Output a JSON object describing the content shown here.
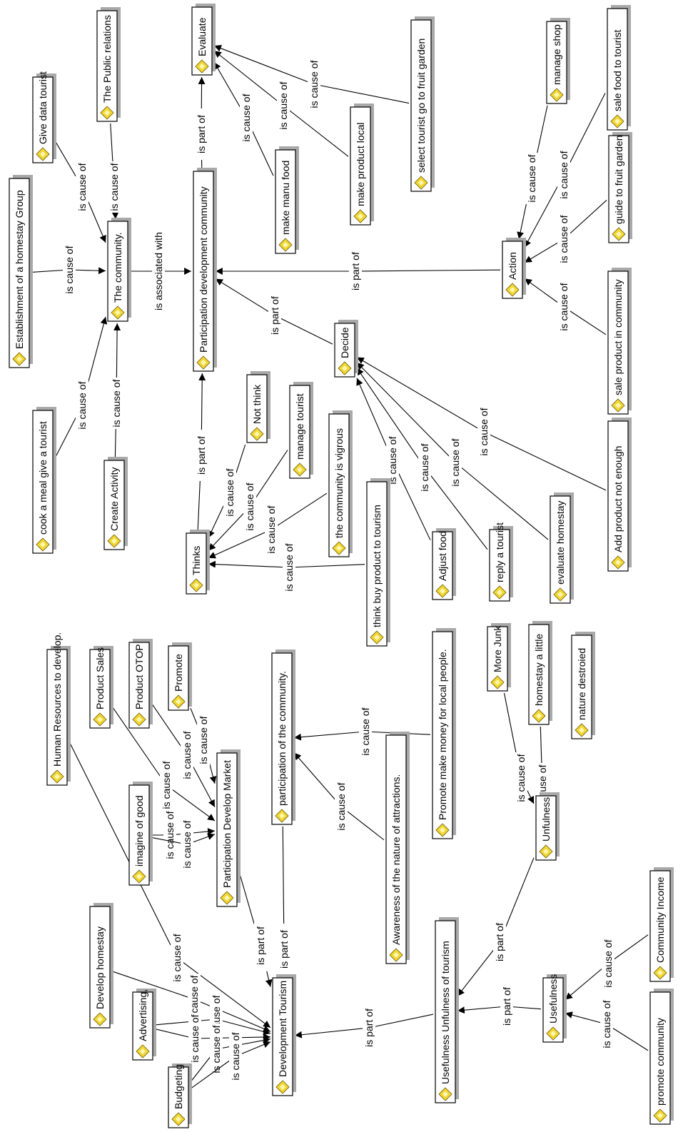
{
  "diagram": {
    "nodes": [
      {
        "id": "establishment",
        "label": "Establishment of a homestay Group"
      },
      {
        "id": "give_data",
        "label": "Give data tourist"
      },
      {
        "id": "public_rel",
        "label": "The Public relations"
      },
      {
        "id": "community",
        "label": "The community."
      },
      {
        "id": "cook_meal",
        "label": "cook a meal give a tourist"
      },
      {
        "id": "create_activity",
        "label": "Create Activity"
      },
      {
        "id": "evaluate",
        "label": "Evaluate"
      },
      {
        "id": "pdc",
        "label": "Participation development community"
      },
      {
        "id": "make_menu",
        "label": "make manu food"
      },
      {
        "id": "make_product",
        "label": "make product local"
      },
      {
        "id": "select_tourist",
        "label": "select tourist go to fruit garden"
      },
      {
        "id": "manage_shop",
        "label": "manage shop"
      },
      {
        "id": "sale_food",
        "label": "sale food to tourist"
      },
      {
        "id": "guide_fruit",
        "label": "guide to fruit garden"
      },
      {
        "id": "action",
        "label": "Action"
      },
      {
        "id": "sale_product",
        "label": "sale product in community"
      },
      {
        "id": "decide",
        "label": "Decide"
      },
      {
        "id": "not_think",
        "label": "Not think"
      },
      {
        "id": "manage_tourist",
        "label": "manage tourist"
      },
      {
        "id": "vigrous",
        "label": "the community is vigrous"
      },
      {
        "id": "thinks",
        "label": "Thinks"
      },
      {
        "id": "think_buy",
        "label": "think buy product to tourism"
      },
      {
        "id": "adjust_food",
        "label": "Adjust food"
      },
      {
        "id": "reply_tourist",
        "label": "reply a tourist"
      },
      {
        "id": "evaluate_homestay",
        "label": "evaluate homestay"
      },
      {
        "id": "add_product",
        "label": "Add product not enough"
      },
      {
        "id": "human_res",
        "label": "Human Resources to develop."
      },
      {
        "id": "product_sales",
        "label": "Product Sales"
      },
      {
        "id": "product_otop",
        "label": "Product OTOP"
      },
      {
        "id": "promote",
        "label": "Promote"
      },
      {
        "id": "imagine",
        "label": "imagine of good"
      },
      {
        "id": "pdm",
        "label": "Participation Develop Market"
      },
      {
        "id": "participation_comm",
        "label": "participation of the community."
      },
      {
        "id": "promote_money",
        "label": "Promote make money for local people."
      },
      {
        "id": "awareness",
        "label": "Awareness of the nature of attractions."
      },
      {
        "id": "develop_homestay",
        "label": "Develop homestay"
      },
      {
        "id": "advertising",
        "label": "Advertising,"
      },
      {
        "id": "budgeting",
        "label": "Budgeting"
      },
      {
        "id": "dev_tourism",
        "label": "Development Tourism"
      },
      {
        "id": "more_junk",
        "label": "More Junk"
      },
      {
        "id": "homestay_little",
        "label": "homestay a little"
      },
      {
        "id": "nature_destroyed",
        "label": "nature destroied"
      },
      {
        "id": "unfulness",
        "label": "Unfulness"
      },
      {
        "id": "use_unf",
        "label": "Usefulness Unfulness of tourism"
      },
      {
        "id": "usefulness",
        "label": "Usefulness"
      },
      {
        "id": "community_income",
        "label": "Community Income"
      },
      {
        "id": "promote_community",
        "label": "promote community"
      }
    ],
    "edges": [
      {
        "id": "e1",
        "label": "is cause of"
      },
      {
        "id": "e2",
        "label": "is cause of"
      },
      {
        "id": "e3",
        "label": "is cause of"
      },
      {
        "id": "e4",
        "label": "is cause of"
      },
      {
        "id": "e5",
        "label": "is cause of"
      },
      {
        "id": "e6",
        "label": "is associated with"
      },
      {
        "id": "e7",
        "label": "is part of"
      },
      {
        "id": "e8",
        "label": "is cause of"
      },
      {
        "id": "e9",
        "label": "is cause of"
      },
      {
        "id": "e10",
        "label": "is cause of"
      },
      {
        "id": "e11",
        "label": "is part of"
      },
      {
        "id": "e12",
        "label": "is cause of"
      },
      {
        "id": "e13",
        "label": "is cause of"
      },
      {
        "id": "e14",
        "label": "is cause of"
      },
      {
        "id": "e15",
        "label": "is cause of"
      },
      {
        "id": "e16",
        "label": "is part of"
      },
      {
        "id": "e17",
        "label": "is cause of"
      },
      {
        "id": "e18",
        "label": "is cause of"
      },
      {
        "id": "e19",
        "label": "is cause of"
      },
      {
        "id": "e20",
        "label": "is cause of"
      },
      {
        "id": "e21",
        "label": "is part of"
      },
      {
        "id": "e22",
        "label": "is cause of"
      },
      {
        "id": "e23",
        "label": "is cause of"
      },
      {
        "id": "e24",
        "label": "is cause of"
      },
      {
        "id": "e25",
        "label": "is cause of"
      },
      {
        "id": "e26",
        "label": "is cause of"
      },
      {
        "id": "e27",
        "label": "is cause of"
      },
      {
        "id": "e28",
        "label": "is cause of"
      },
      {
        "id": "e29",
        "label": "is cause of"
      },
      {
        "id": "e30",
        "label": "is cause of"
      },
      {
        "id": "e31",
        "label": "is cause of"
      },
      {
        "id": "e32",
        "label": "is part of"
      },
      {
        "id": "e33",
        "label": "is cause of"
      },
      {
        "id": "e34",
        "label": "is cause of"
      },
      {
        "id": "e35",
        "label": "is part of"
      },
      {
        "id": "e36",
        "label": "is cause of"
      },
      {
        "id": "e37",
        "label": "is cause of"
      },
      {
        "id": "e38",
        "label": "is cause of"
      },
      {
        "id": "e39",
        "label": "is cause of"
      },
      {
        "id": "e40",
        "label": "is part of"
      },
      {
        "id": "e41",
        "label": "is cause of"
      },
      {
        "id": "e42",
        "label": "is cause of"
      },
      {
        "id": "e43",
        "label": "is cause of"
      },
      {
        "id": "e44",
        "label": "is part of"
      },
      {
        "id": "e45",
        "label": "is part of"
      },
      {
        "id": "e46",
        "label": "is part of"
      },
      {
        "id": "e47",
        "label": "is cause of"
      },
      {
        "id": "e48",
        "label": "is cause of"
      }
    ]
  }
}
